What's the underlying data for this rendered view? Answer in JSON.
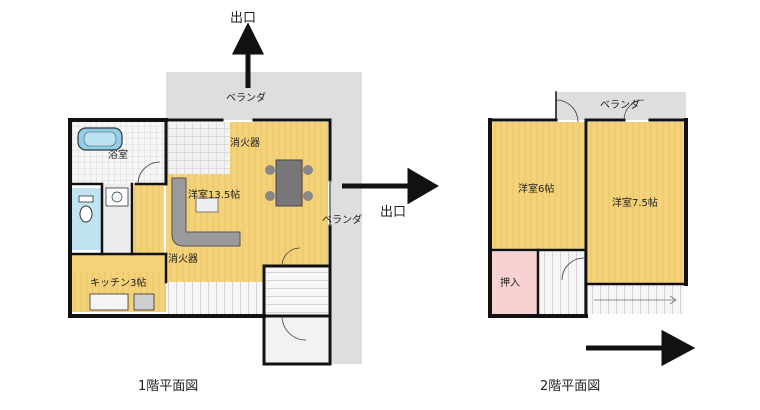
{
  "floor1": {
    "title": "1階平面図",
    "exit_top": "出口",
    "exit_right": "出口",
    "veranda_top": "ベランダ",
    "veranda_side": "ベランダ",
    "bathroom": "浴室",
    "living_room": "洋室13.5帖",
    "fire_extinguisher_1": "消火器",
    "fire_extinguisher_2": "消火器",
    "kitchen": "キッチン3帖"
  },
  "floor2": {
    "title": "2階平面図",
    "veranda": "ベランダ",
    "room_west": "洋室6帖",
    "room_east": "洋室7.5帖",
    "closet": "押入"
  },
  "colors": {
    "wall": "#111111",
    "wood_floor": "#f4d27a",
    "wood_grain": "#e8bd55",
    "veranda": "#dedede",
    "tile_bath": "#e9e9e9",
    "bathtub": "#8fd0e8",
    "toilet_room": "#bfe3f0",
    "closet": "#f8d2d2",
    "arrow": "#111111"
  }
}
